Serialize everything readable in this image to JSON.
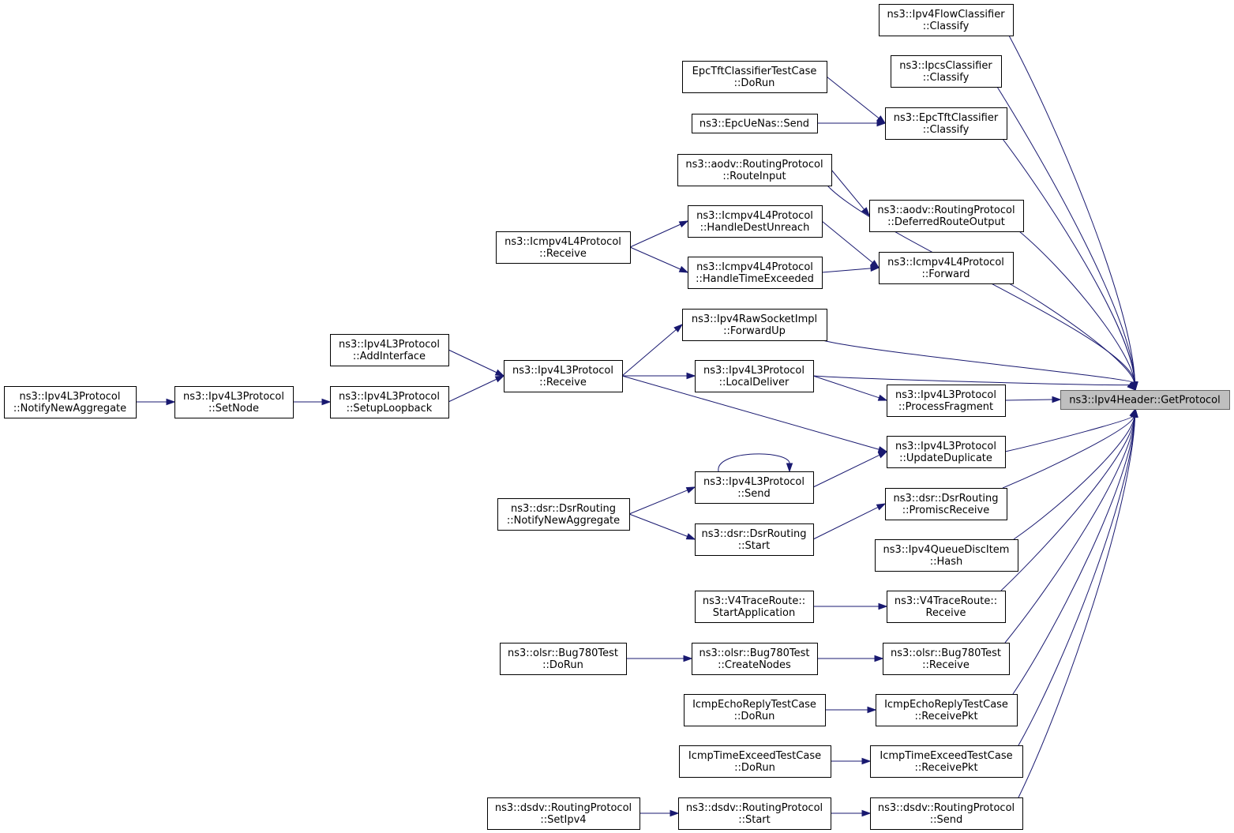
{
  "graph": {
    "root": "n0",
    "nodes": [
      {
        "id": "n0",
        "lines": [
          "ns3::Ipv4Header::GetProtocol"
        ]
      },
      {
        "id": "n1",
        "lines": [
          "ns3::Ipv4FlowClassifier",
          "::Classify"
        ]
      },
      {
        "id": "n2",
        "lines": [
          "ns3::IpcsClassifier",
          "::Classify"
        ]
      },
      {
        "id": "n3",
        "lines": [
          "ns3::EpcTftClassifier",
          "::Classify"
        ]
      },
      {
        "id": "n4",
        "lines": [
          "EpcTftClassifierTestCase",
          "::DoRun"
        ]
      },
      {
        "id": "n5",
        "lines": [
          "ns3::EpcUeNas::Send"
        ]
      },
      {
        "id": "n6",
        "lines": [
          "ns3::aodv::RoutingProtocol",
          "::RouteInput"
        ]
      },
      {
        "id": "n7",
        "lines": [
          "ns3::aodv::RoutingProtocol",
          "::DeferredRouteOutput"
        ]
      },
      {
        "id": "n8",
        "lines": [
          "ns3::Icmpv4L4Protocol",
          "::Forward"
        ]
      },
      {
        "id": "n9",
        "lines": [
          "ns3::Icmpv4L4Protocol",
          "::HandleDestUnreach"
        ]
      },
      {
        "id": "n10",
        "lines": [
          "ns3::Icmpv4L4Protocol",
          "::Receive"
        ]
      },
      {
        "id": "n11",
        "lines": [
          "ns3::Icmpv4L4Protocol",
          "::HandleTimeExceeded"
        ]
      },
      {
        "id": "n12",
        "lines": [
          "ns3::Ipv4RawSocketImpl",
          "::ForwardUp"
        ]
      },
      {
        "id": "n13",
        "lines": [
          "ns3::Ipv4L3Protocol",
          "::Receive"
        ]
      },
      {
        "id": "n14",
        "lines": [
          "ns3::Ipv4L3Protocol",
          "::AddInterface"
        ]
      },
      {
        "id": "n15",
        "lines": [
          "ns3::Ipv4L3Protocol",
          "::SetupLoopback"
        ]
      },
      {
        "id": "n16",
        "lines": [
          "ns3::Ipv4L3Protocol",
          "::SetNode"
        ]
      },
      {
        "id": "n17",
        "lines": [
          "ns3::Ipv4L3Protocol",
          "::NotifyNewAggregate"
        ]
      },
      {
        "id": "n18",
        "lines": [
          "ns3::Ipv4L3Protocol",
          "::LocalDeliver"
        ]
      },
      {
        "id": "n19",
        "lines": [
          "ns3::Ipv4L3Protocol",
          "::ProcessFragment"
        ]
      },
      {
        "id": "n20",
        "lines": [
          "ns3::Ipv4L3Protocol",
          "::UpdateDuplicate"
        ]
      },
      {
        "id": "n21",
        "lines": [
          "ns3::Ipv4L3Protocol",
          "::Send"
        ]
      },
      {
        "id": "n22",
        "lines": [
          "ns3::dsr::DsrRouting",
          "::NotifyNewAggregate"
        ]
      },
      {
        "id": "n23",
        "lines": [
          "ns3::dsr::DsrRouting",
          "::Start"
        ]
      },
      {
        "id": "n24",
        "lines": [
          "ns3::dsr::DsrRouting",
          "::PromiscReceive"
        ]
      },
      {
        "id": "n25",
        "lines": [
          "ns3::Ipv4QueueDiscItem",
          "::Hash"
        ]
      },
      {
        "id": "n26",
        "lines": [
          "ns3::V4TraceRoute::",
          "Receive"
        ]
      },
      {
        "id": "n27",
        "lines": [
          "ns3::V4TraceRoute::",
          "StartApplication"
        ]
      },
      {
        "id": "n28",
        "lines": [
          "ns3::olsr::Bug780Test",
          "::Receive"
        ]
      },
      {
        "id": "n29",
        "lines": [
          "ns3::olsr::Bug780Test",
          "::CreateNodes"
        ]
      },
      {
        "id": "n30",
        "lines": [
          "ns3::olsr::Bug780Test",
          "::DoRun"
        ]
      },
      {
        "id": "n31",
        "lines": [
          "IcmpEchoReplyTestCase",
          "::ReceivePkt"
        ]
      },
      {
        "id": "n32",
        "lines": [
          "IcmpEchoReplyTestCase",
          "::DoRun"
        ]
      },
      {
        "id": "n33",
        "lines": [
          "IcmpTimeExceedTestCase",
          "::ReceivePkt"
        ]
      },
      {
        "id": "n34",
        "lines": [
          "IcmpTimeExceedTestCase",
          "::DoRun"
        ]
      },
      {
        "id": "n35",
        "lines": [
          "ns3::dsdv::RoutingProtocol",
          "::Send"
        ]
      },
      {
        "id": "n36",
        "lines": [
          "ns3::dsdv::RoutingProtocol",
          "::Start"
        ]
      },
      {
        "id": "n37",
        "lines": [
          "ns3::dsdv::RoutingProtocol",
          "::SetIpv4"
        ]
      }
    ],
    "edges": [
      [
        "n1",
        "n0"
      ],
      [
        "n2",
        "n0"
      ],
      [
        "n3",
        "n0"
      ],
      [
        "n4",
        "n3"
      ],
      [
        "n5",
        "n3"
      ],
      [
        "n6",
        "n0"
      ],
      [
        "n6",
        "n7"
      ],
      [
        "n7",
        "n0"
      ],
      [
        "n8",
        "n0"
      ],
      [
        "n9",
        "n8"
      ],
      [
        "n10",
        "n9"
      ],
      [
        "n10",
        "n11"
      ],
      [
        "n11",
        "n8"
      ],
      [
        "n12",
        "n0"
      ],
      [
        "n13",
        "n12"
      ],
      [
        "n13",
        "n18"
      ],
      [
        "n13",
        "n20"
      ],
      [
        "n14",
        "n13"
      ],
      [
        "n15",
        "n13"
      ],
      [
        "n16",
        "n15"
      ],
      [
        "n17",
        "n16"
      ],
      [
        "n18",
        "n0"
      ],
      [
        "n18",
        "n19"
      ],
      [
        "n19",
        "n0"
      ],
      [
        "n20",
        "n0"
      ],
      [
        "n21",
        "n20"
      ],
      [
        "n21",
        "n21"
      ],
      [
        "n22",
        "n21"
      ],
      [
        "n22",
        "n23"
      ],
      [
        "n23",
        "n24"
      ],
      [
        "n24",
        "n0"
      ],
      [
        "n25",
        "n0"
      ],
      [
        "n26",
        "n0"
      ],
      [
        "n27",
        "n26"
      ],
      [
        "n28",
        "n0"
      ],
      [
        "n29",
        "n28"
      ],
      [
        "n30",
        "n29"
      ],
      [
        "n31",
        "n0"
      ],
      [
        "n32",
        "n31"
      ],
      [
        "n33",
        "n0"
      ],
      [
        "n34",
        "n33"
      ],
      [
        "n35",
        "n0"
      ],
      [
        "n36",
        "n35"
      ],
      [
        "n37",
        "n36"
      ]
    ]
  }
}
